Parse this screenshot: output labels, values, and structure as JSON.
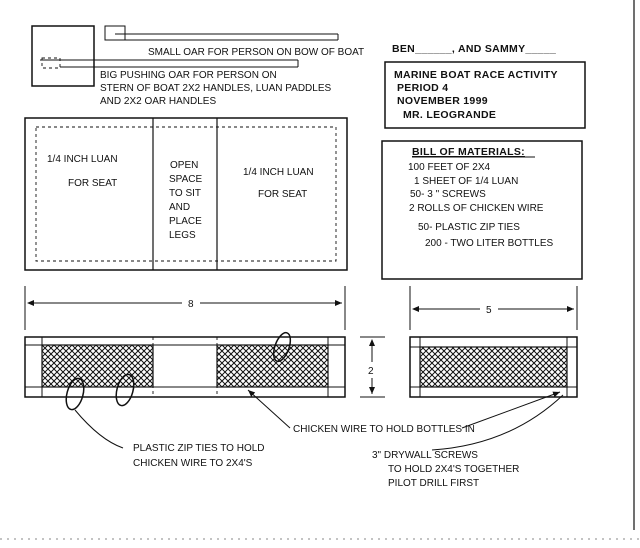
{
  "oars": {
    "small_oar": "SMALL OAR FOR PERSON ON BOW OF BOAT",
    "big_oar_line1": "BIG PUSHING OAR FOR PERSON ON",
    "big_oar_line2": "STERN OF BOAT 2X2 HANDLES, LUAN PADDLES",
    "big_oar_line3": "AND 2X2 OAR HANDLES"
  },
  "title_block": {
    "names": "BEN______, AND SAMMY_____",
    "activity": "MARINE BOAT RACE ACTIVITY",
    "period": "PERIOD  4",
    "date": "NOVEMBER  1999",
    "teacher": "MR. LEOGRANDE"
  },
  "bill_of_materials": {
    "heading": "BILL OF MATERIALS:",
    "items": [
      "100 FEET OF 2X4",
      "1 SHEET OF 1/4 LUAN",
      "50-  3 \" SCREWS",
      "2 ROLLS OF CHICKEN WIRE",
      "50-  PLASTIC ZIP TIES",
      "200 - TWO LITER  BOTTLES"
    ]
  },
  "top_view": {
    "left_seat_line1": "1/4 INCH LUAN",
    "left_seat_line2": "FOR SEAT",
    "open_space": [
      "OPEN",
      "SPACE",
      "TO SIT",
      "AND",
      "PLACE",
      "LEGS"
    ],
    "right_seat_line1": "1/4  INCH LUAN",
    "right_seat_line2": "FOR SEAT"
  },
  "dimensions": {
    "length": "8",
    "width": "5",
    "height": "2"
  },
  "callouts": {
    "chicken_wire": "CHICKEN WIRE TO HOLD BOTTLES IN",
    "zip_ties_line1": "PLASTIC ZIP TIES TO HOLD",
    "zip_ties_line2": "CHICKEN WIRE TO 2X4'S",
    "screws_line1": "3\" DRYWALL SCREWS",
    "screws_line2": "TO HOLD 2X4'S TOGETHER",
    "screws_line3": "PILOT DRILL FIRST"
  }
}
